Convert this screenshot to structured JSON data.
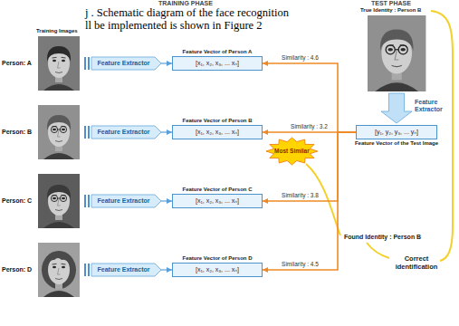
{
  "diagram": {
    "nodes": [
      {
        "text": [
          "Feature Extractor"
        ]
      },
      {
        "text": [
          "Feature Vector of Person A",
          "[x₁, x₂, x₃, ... xₙ]"
        ]
      },
      {
        "text": [
          "Feature Extractor"
        ]
      },
      {
        "text": [
          "Feature Vector of Person B",
          "[x₁, x₂, x₃, ... xₙ]"
        ]
      },
      {
        "text": [
          "Feature Extractor"
        ]
      },
      {
        "text": [
          "Feature Vector of Person C",
          "[x₁, x₂, x₃, ... xₙ]"
        ]
      },
      {
        "text": [
          "Feature Extractor"
        ]
      },
      {
        "text": [
          "Feature Vector of Person D",
          "[x₁, x₂, x₃, ... xₙ]"
        ]
      },
      {
        "text": [
          "Feature Extractor"
        ]
      },
      {
        "text": [
          "[y₁, y₂, y₃, ... yₙ]",
          "Feature Vector of the Test Image"
        ]
      },
      {
        "text": [
          "Most Similar"
        ]
      }
    ],
    "edges": [
      {
        "from": 0,
        "to": 1,
        "arrow": "to"
      },
      {
        "from": 2,
        "to": 3,
        "arrow": "to"
      },
      {
        "from": 4,
        "to": 5,
        "arrow": "to"
      },
      {
        "from": 6,
        "to": 7,
        "arrow": "to"
      },
      {
        "from": 9,
        "to": 1,
        "arrow": "to",
        "label": "Similarity : 4.6"
      },
      {
        "from": 9,
        "to": 3,
        "arrow": "to",
        "label": "Similarity : 3.2"
      },
      {
        "from": 9,
        "to": 5,
        "arrow": "to",
        "label": "Similarity : 3.8"
      },
      {
        "from": 9,
        "to": 7,
        "arrow": "to",
        "label": "Similarity : 4.5"
      }
    ],
    "labels": [
      "TRAINING PHASE",
      "TEST PHASE",
      "j . Schematic diagram of the face recognition",
      "ll be implemented is shown in Figure 2",
      "Training Images",
      "Person: A",
      "Person: B",
      "Person: C",
      "Person: D",
      "True Identity : Person B",
      "Found Identity : Person B",
      "Correct identification"
    ]
  }
}
